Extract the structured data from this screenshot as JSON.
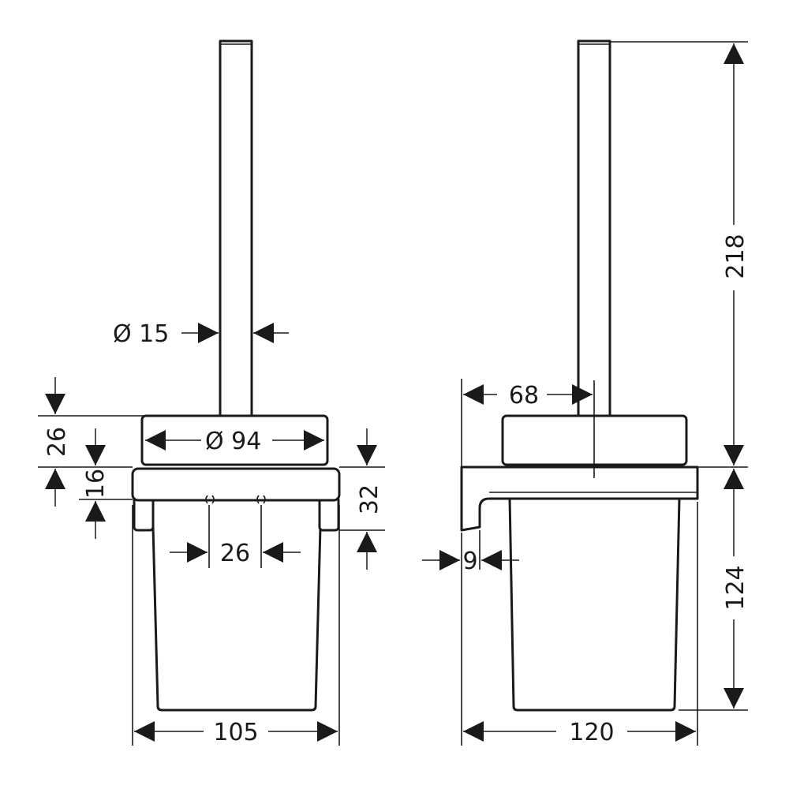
{
  "dimensions": {
    "rod_diameter": "Ø 15",
    "cup_diameter": "Ø 94",
    "lid_height": "26",
    "holder_thickness": "16",
    "mount_height": "32",
    "hole_spacing": "26",
    "front_width": "105",
    "side_depth": "68",
    "wall_gap": "9",
    "side_width": "120",
    "brush_height": "218",
    "cup_height": "124"
  },
  "colors": {
    "line": "#1a1a1a",
    "background": "#ffffff"
  }
}
